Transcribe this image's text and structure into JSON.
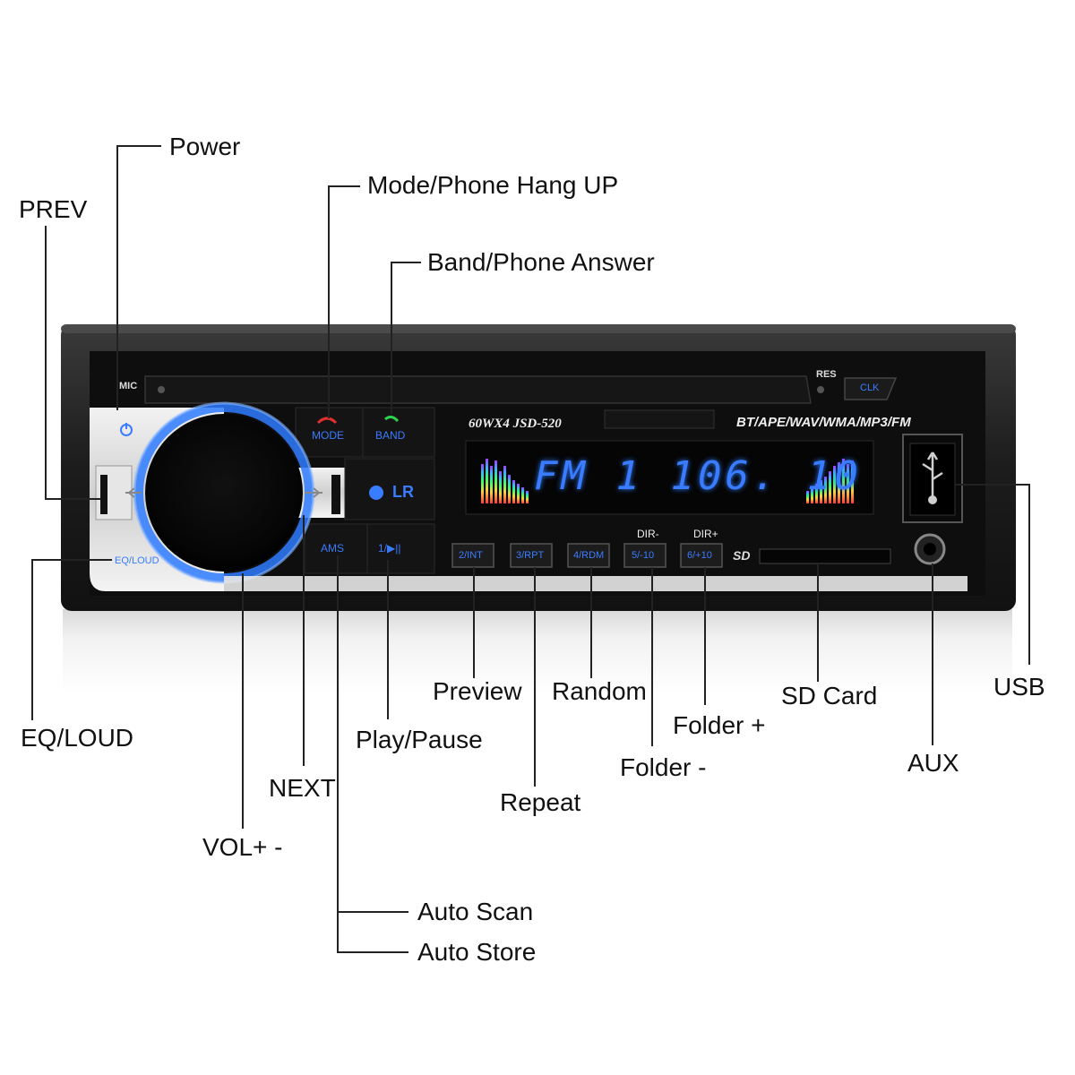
{
  "product": {
    "model_line": "60WX4  JSD-520",
    "formats": "BT/APE/WAV/WMA/MP3/FM",
    "display_text": "FM 1 106. 10",
    "mic_label": "MIC",
    "res_label": "RES",
    "clk_label": "CLK",
    "mode_label": "MODE",
    "band_label": "BAND",
    "ams_label": "AMS",
    "play_label": "1/▶||",
    "eq_label": "EQ/LOUD",
    "dir_minus_label": "DIR-",
    "dir_plus_label": "DIR+",
    "sd_label": "SD",
    "preset_buttons": [
      "2/INT",
      "3/RPT",
      "4/RDM",
      "5/-10",
      "6/+10"
    ]
  },
  "callouts": {
    "power": "Power",
    "mode": "Mode/Phone Hang UP",
    "band": "Band/Phone Answer",
    "prev": "PREV",
    "eq": "EQ/LOUD",
    "next": "NEXT",
    "vol": "VOL+  -",
    "play": "Play/Pause",
    "preview": "Preview",
    "repeat": "Repeat",
    "random": "Random",
    "folder_minus": "Folder -",
    "folder_plus": "Folder +",
    "sd_card": "SD Card",
    "aux": "AUX",
    "usb": "USB",
    "auto_scan": "Auto Scan",
    "auto_store": "Auto Store"
  },
  "colors": {
    "body": "#1a1a1a",
    "panel": "#0d0d0d",
    "display_blue": "#3a7cff",
    "glow": "#2f7bff",
    "silver": "#d8d8d8"
  }
}
